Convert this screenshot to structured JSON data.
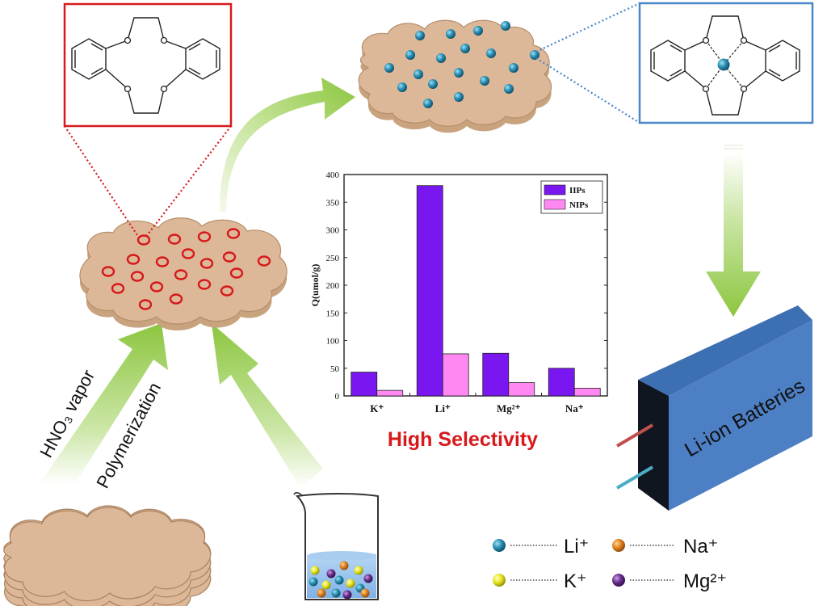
{
  "labels": {
    "hno3_vapor": "HNO₃ vapor",
    "polymerization": "Polymerization",
    "battery": "Li-ion Batteries",
    "high_selectivity": "High Selectivity"
  },
  "legend": {
    "items": [
      {
        "name": "Li⁺",
        "color": "#2a8fb3"
      },
      {
        "name": "Na⁺",
        "color": "#e0821e"
      },
      {
        "name": "K⁺",
        "color": "#e8e51c"
      },
      {
        "name": "Mg²⁺",
        "color": "#6a2c8c"
      }
    ]
  },
  "colors": {
    "cloud": "#dcb898",
    "cloud_edge": "#b58e6c",
    "imprint_ring": "#d7191c",
    "red_box": "#d7191c",
    "blue_box": "#4a86c8",
    "arrow_green": "#8cc63f",
    "battery_front": "#4c7fc4",
    "battery_top": "#3d6fb3",
    "battery_side": "#0f1620"
  },
  "chart_data": {
    "type": "bar",
    "categories": [
      "K⁺",
      "Li⁺",
      "Mg²⁺",
      "Na⁺"
    ],
    "series": [
      {
        "name": "IIPs",
        "color": "#7a17f0",
        "values": [
          43,
          380,
          77,
          50
        ]
      },
      {
        "name": "NIPs",
        "color": "#ff88f2",
        "values": [
          10,
          76,
          24,
          14
        ]
      }
    ],
    "ylabel": "Q(umol/g)",
    "xlabel": "",
    "ylim": [
      0,
      400
    ],
    "yticks": [
      0,
      50,
      100,
      150,
      200,
      250,
      300,
      350,
      400
    ],
    "legend_position": "top-right",
    "title": "High Selectivity"
  }
}
